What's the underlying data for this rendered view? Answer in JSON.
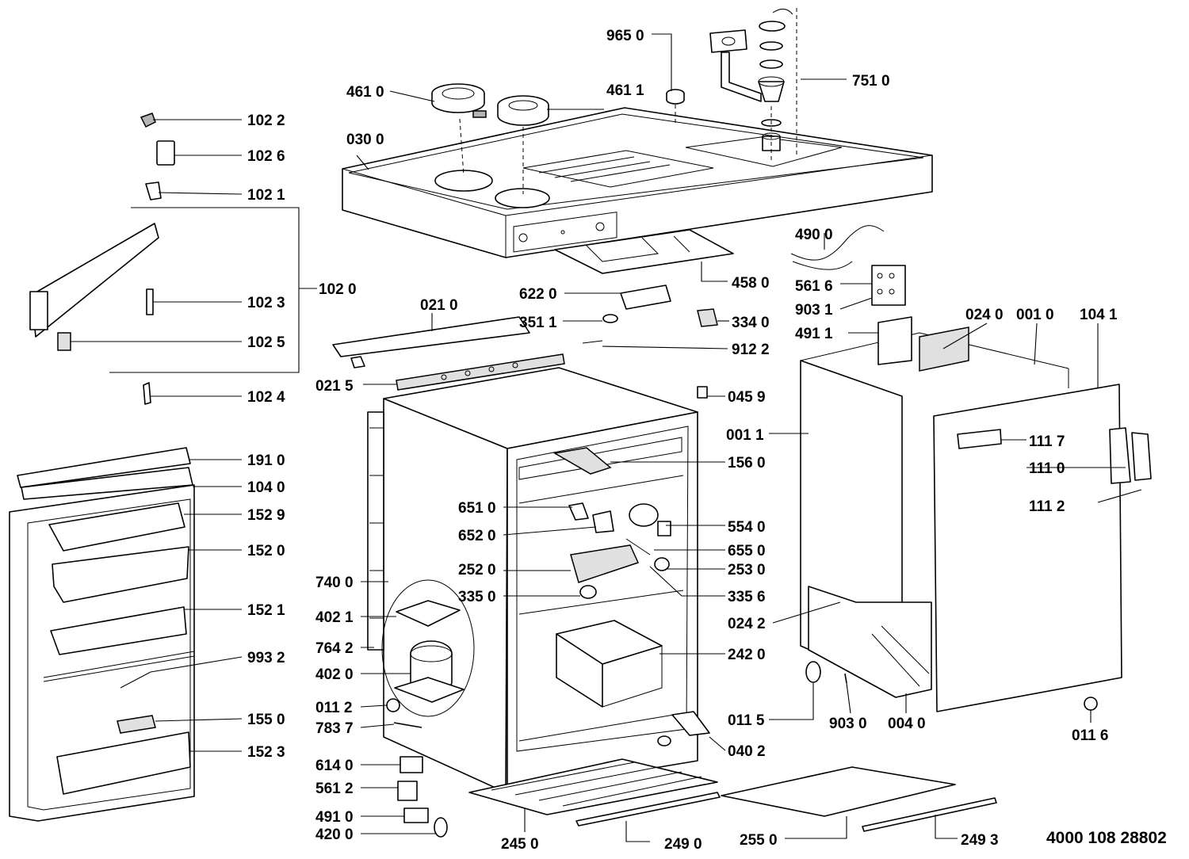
{
  "document_number": "4000 108 28802",
  "callouts": {
    "c9650": "965 0",
    "c4610": "461 0",
    "c4611": "461 1",
    "c7510": "751 0",
    "c0300": "030 0",
    "c1022": "102 2",
    "c1026": "102 6",
    "c1021": "102 1",
    "c1020": "102 0",
    "c1023": "102 3",
    "c1025": "102 5",
    "c1024": "102 4",
    "c4900": "490 0",
    "c5616": "561 6",
    "c9031": "903 1",
    "c4911": "491 1",
    "c0240": "024 0",
    "c0010": "001 0",
    "c1041": "104 1",
    "c4580": "458 0",
    "c6220": "622 0",
    "c3340": "334 0",
    "c0210": "021 0",
    "c3511": "351 1",
    "c9122": "912 2",
    "c0215": "021 5",
    "c0459": "045 9",
    "c0011": "001 1",
    "c1117": "111 7",
    "c1110": "111 0",
    "c1112": "111 2",
    "c1910": "191 0",
    "c1040": "104 0",
    "c1529": "152 9",
    "c1520": "152 0",
    "c1521": "152 1",
    "c9932": "993 2",
    "c1550": "155 0",
    "c1523": "152 3",
    "c1560": "156 0",
    "c6510": "651 0",
    "c6520": "652 0",
    "c5540": "554 0",
    "c6550": "655 0",
    "c2520": "252 0",
    "c2530": "253 0",
    "c3350": "335 0",
    "c3356": "335 6",
    "c7400": "740 0",
    "c4021": "402 1",
    "c7642": "764 2",
    "c4020": "402 0",
    "c0112": "011 2",
    "c7837": "783 7",
    "c0242": "024 2",
    "c2420": "242 0",
    "c0115": "011 5",
    "c9030": "903 0",
    "c0040": "004 0",
    "c0116": "011 6",
    "c0402": "040 2",
    "c6140": "614 0",
    "c5612": "561 2",
    "c4910": "491 0",
    "c4200": "420 0",
    "c2450": "245 0",
    "c2490": "249 0",
    "c2550": "255 0",
    "c2493": "249 3"
  }
}
